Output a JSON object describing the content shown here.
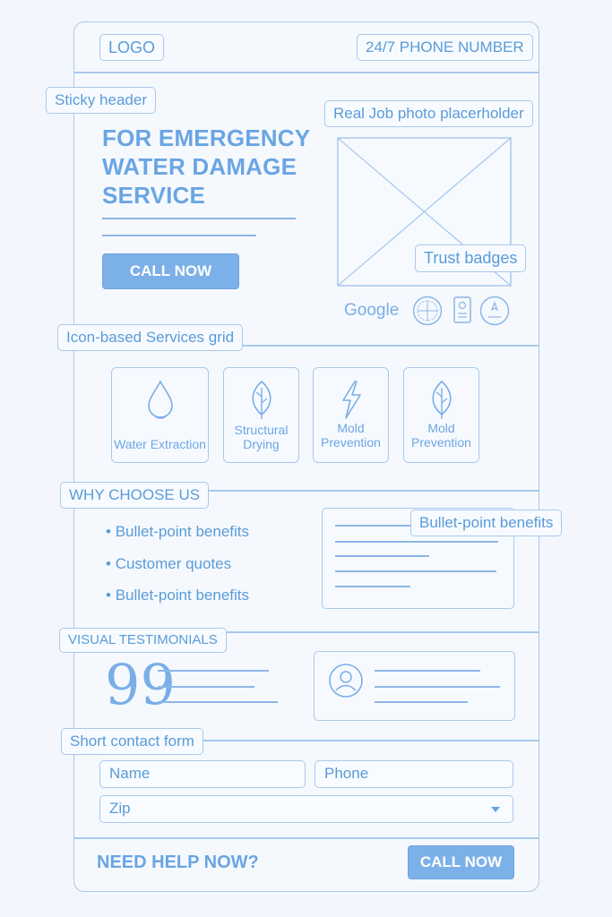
{
  "header": {
    "logo": "LOGO",
    "phone": "24/7 PHONE NUMBER"
  },
  "labels": {
    "sticky_header": "Sticky header",
    "photo_placeholder": "Real Job photo placerholder",
    "trust_badges": "Trust badges",
    "services_grid": "Icon-based Services grid",
    "why_choose": "WHY CHOOSE US",
    "bullet_box": "Bullet-point benefits",
    "testimonials": "VISUAL TESTIMONIALS",
    "contact_form": "Short contact form"
  },
  "hero": {
    "title": "FOR EMERGENCY WATER DAMAGE SERVICE",
    "cta": "CALL NOW"
  },
  "badges": {
    "google": "Google"
  },
  "services": [
    {
      "label": "Water Extraction",
      "icon": "water-drop-icon"
    },
    {
      "label": "Structural Drying",
      "icon": "leaf-icon"
    },
    {
      "label": "Mold Prevention",
      "icon": "lightning-icon"
    },
    {
      "label": "Mold Prevention",
      "icon": "leaf-icon"
    }
  ],
  "why": {
    "bullets": [
      "Bullet-point benefits",
      "Customer quotes",
      "Bullet-point benefits"
    ]
  },
  "form": {
    "name_placeholder": "Name",
    "phone_placeholder": "Phone",
    "zip_placeholder": "Zip"
  },
  "footer": {
    "text": "NEED HELP NOW?",
    "cta": "CALL NOW"
  },
  "colors": {
    "accent": "#4a8fd6",
    "button": "#7cb0e8",
    "outline": "#a9c8ec",
    "background": "#f3f7fd"
  }
}
